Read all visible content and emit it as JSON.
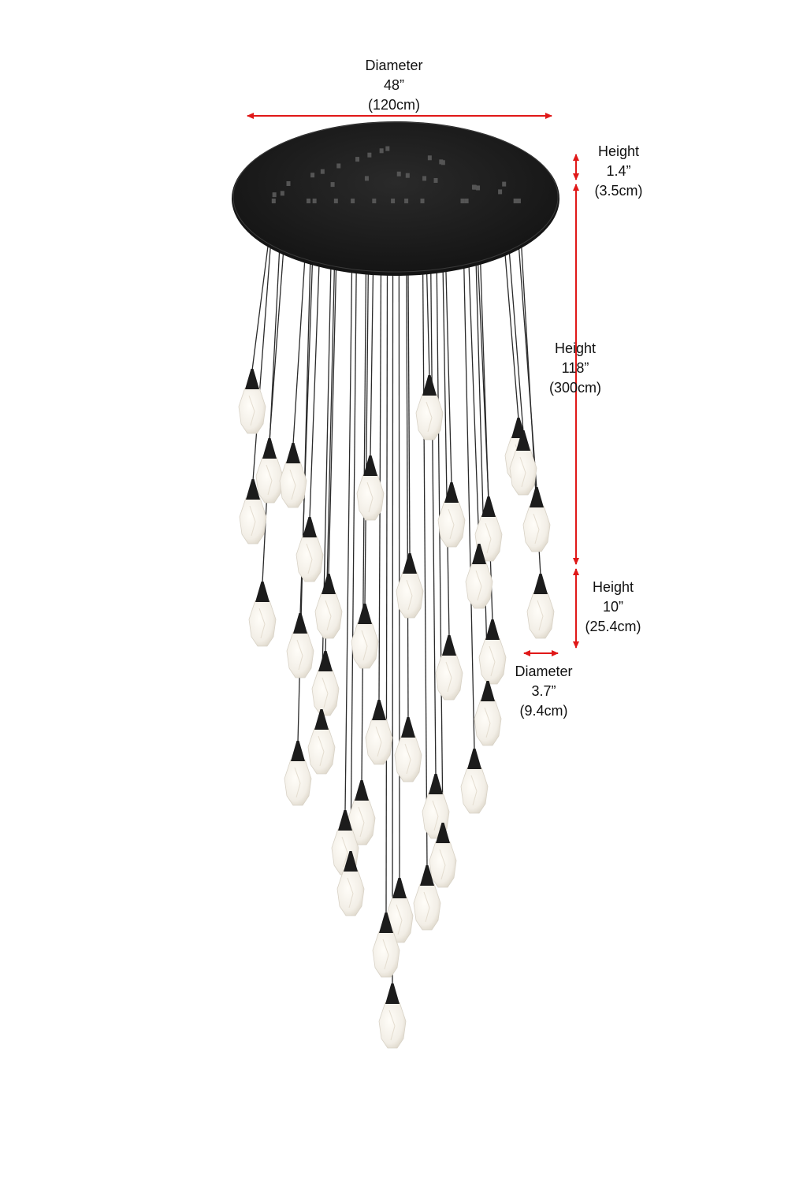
{
  "colors": {
    "dimension_arrow": "#e01818",
    "fixture_black": "#1c1c1c",
    "shade_white": "#f4f1ea",
    "shade_shadow": "#d8d2c6",
    "background": "#ffffff"
  },
  "dimensions": {
    "canopy_diameter": {
      "label": "Diameter",
      "imperial": "48”",
      "metric": "(120cm)"
    },
    "canopy_height": {
      "label": "Height",
      "imperial": "1.4”",
      "metric": "(3.5cm)"
    },
    "drop_height": {
      "label": "Height",
      "imperial": "118”",
      "metric": "(300cm)"
    },
    "pendant_height": {
      "label": "Height",
      "imperial": "10”",
      "metric": "(25.4cm)"
    },
    "pendant_diameter": {
      "label": "Diameter",
      "imperial": "3.7”",
      "metric": "(9.4cm)"
    }
  },
  "fixture": {
    "pendant_count": 42,
    "icons": [
      "canopy-disc",
      "pendant-cord",
      "pendant-cap",
      "alabaster-shade"
    ]
  }
}
